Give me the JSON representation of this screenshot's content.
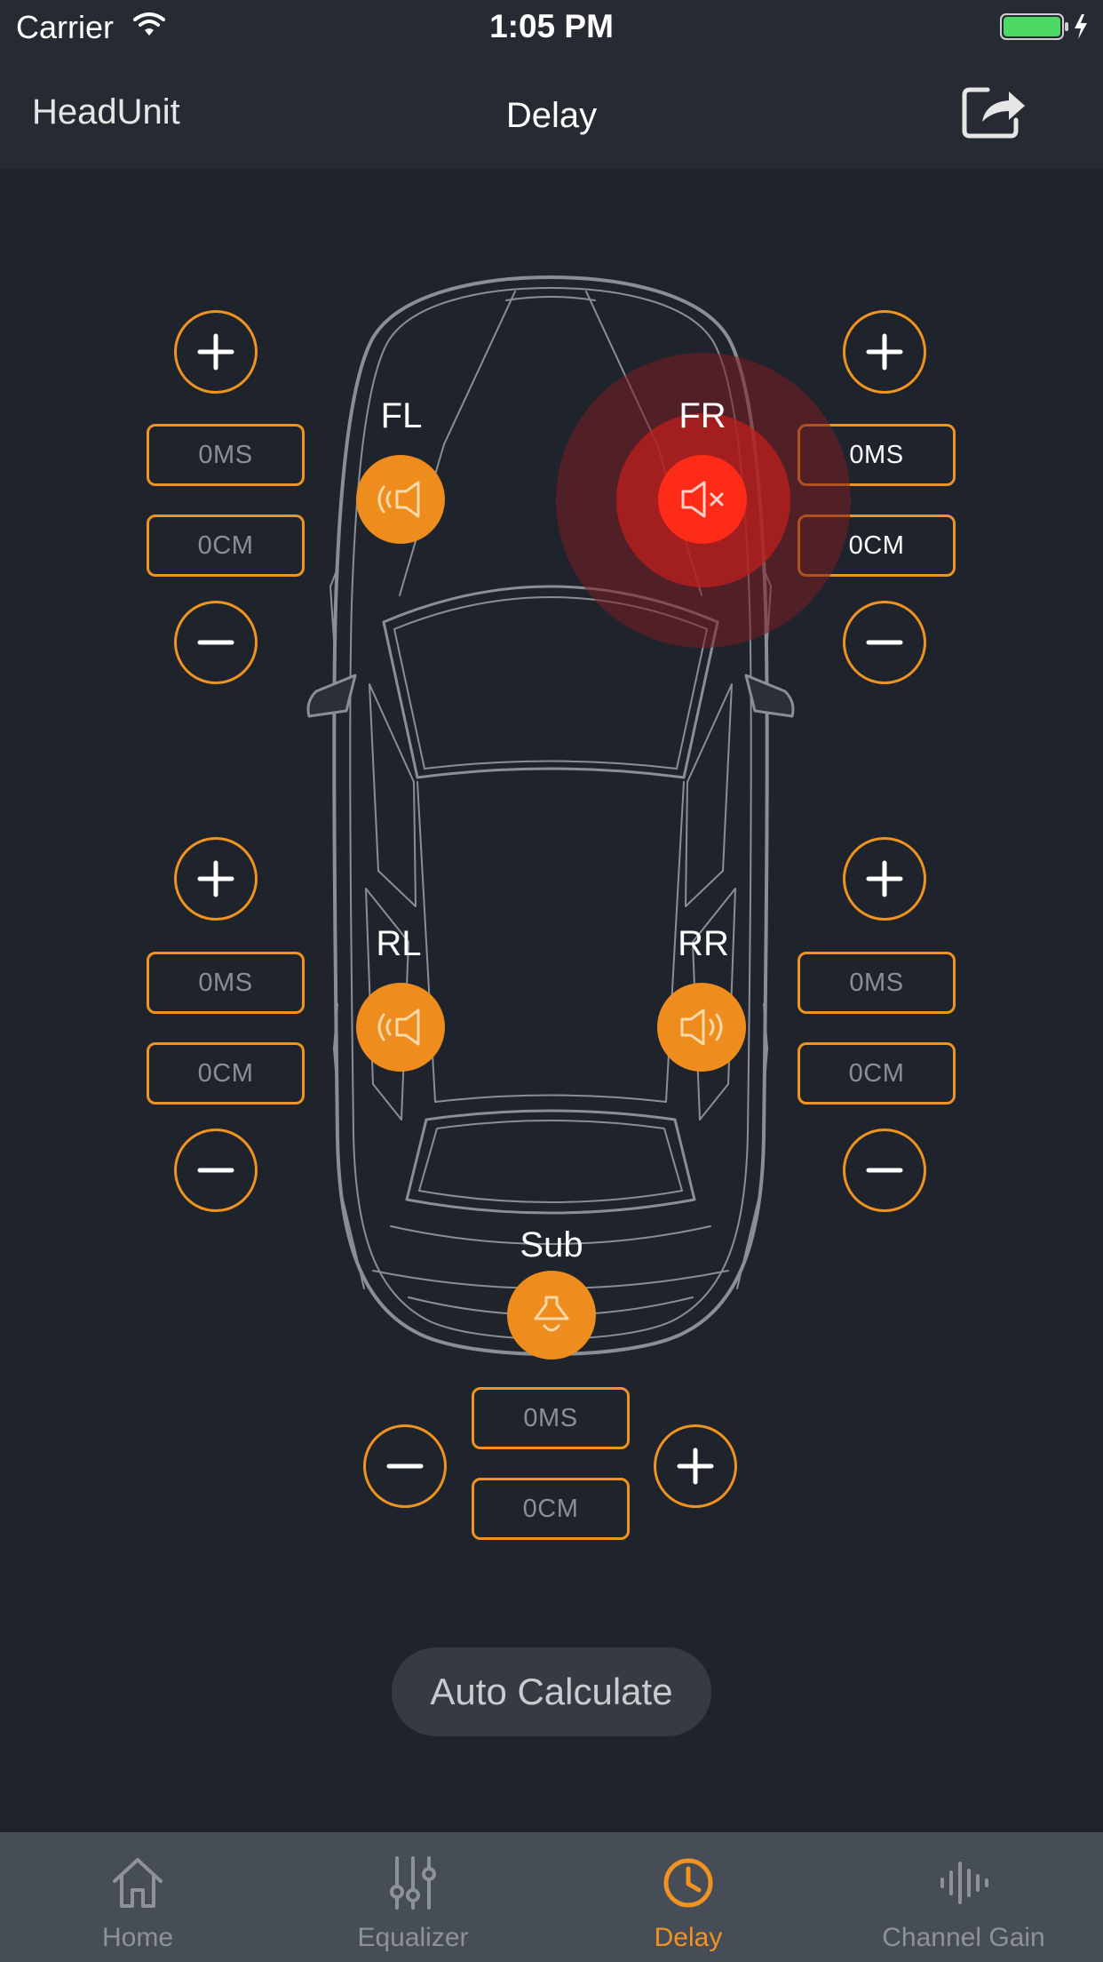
{
  "status_bar": {
    "carrier": "Carrier",
    "time": "1:05 PM"
  },
  "nav": {
    "left_label": "HeadUnit",
    "title": "Delay"
  },
  "speakers": {
    "fl": {
      "label": "FL",
      "ms": "0MS",
      "cm": "0CM"
    },
    "fr": {
      "label": "FR",
      "ms": "0MS",
      "cm": "0CM",
      "muted": true
    },
    "rl": {
      "label": "RL",
      "ms": "0MS",
      "cm": "0CM"
    },
    "rr": {
      "label": "RR",
      "ms": "0MS",
      "cm": "0CM"
    },
    "sub": {
      "label": "Sub",
      "ms": "0MS",
      "cm": "0CM"
    }
  },
  "controls": {
    "plus": "+",
    "minus": "−"
  },
  "auto_calculate": "Auto Calculate",
  "tabs": [
    {
      "label": "Home",
      "icon": "home-icon"
    },
    {
      "label": "Equalizer",
      "icon": "equalizer-icon"
    },
    {
      "label": "Delay",
      "icon": "clock-icon",
      "active": true
    },
    {
      "label": "Channel Gain",
      "icon": "waveform-icon"
    }
  ],
  "colors": {
    "accent": "#f09320",
    "muted_red": "#fd2b17",
    "background": "#1f242c",
    "tabbar": "#474d56"
  }
}
